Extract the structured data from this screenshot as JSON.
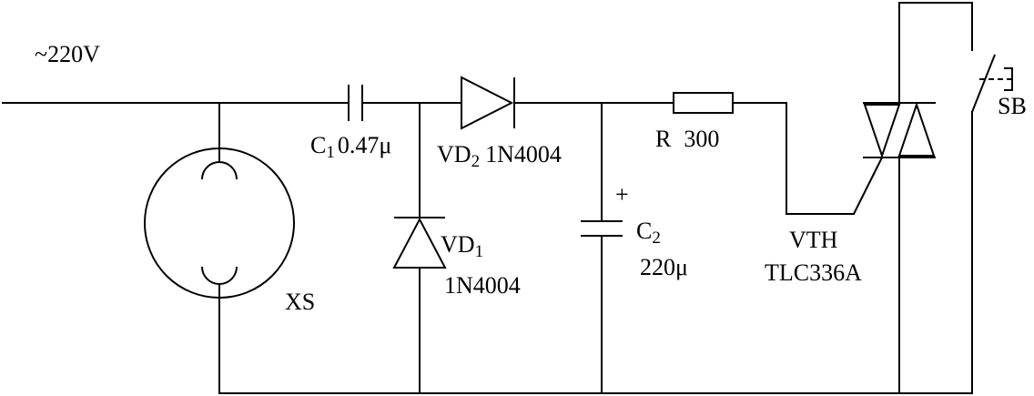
{
  "labels": {
    "supply": "~220V",
    "c1_name": "C",
    "c1_sub": "1",
    "c1_value": "0.47μ",
    "vd2_name": "VD",
    "vd2_sub": "2",
    "vd2_value": "1N4004",
    "r_name": "R",
    "r_value": "300",
    "sb": "SB",
    "c2_plus": "+",
    "c2_name": "C",
    "c2_sub": "2",
    "c2_value": "220μ",
    "vd1_name": "VD",
    "vd1_sub": "1",
    "vd1_value": "1N4004",
    "xs": "XS",
    "vth_name": "VTH",
    "vth_value": "TLC336A"
  }
}
